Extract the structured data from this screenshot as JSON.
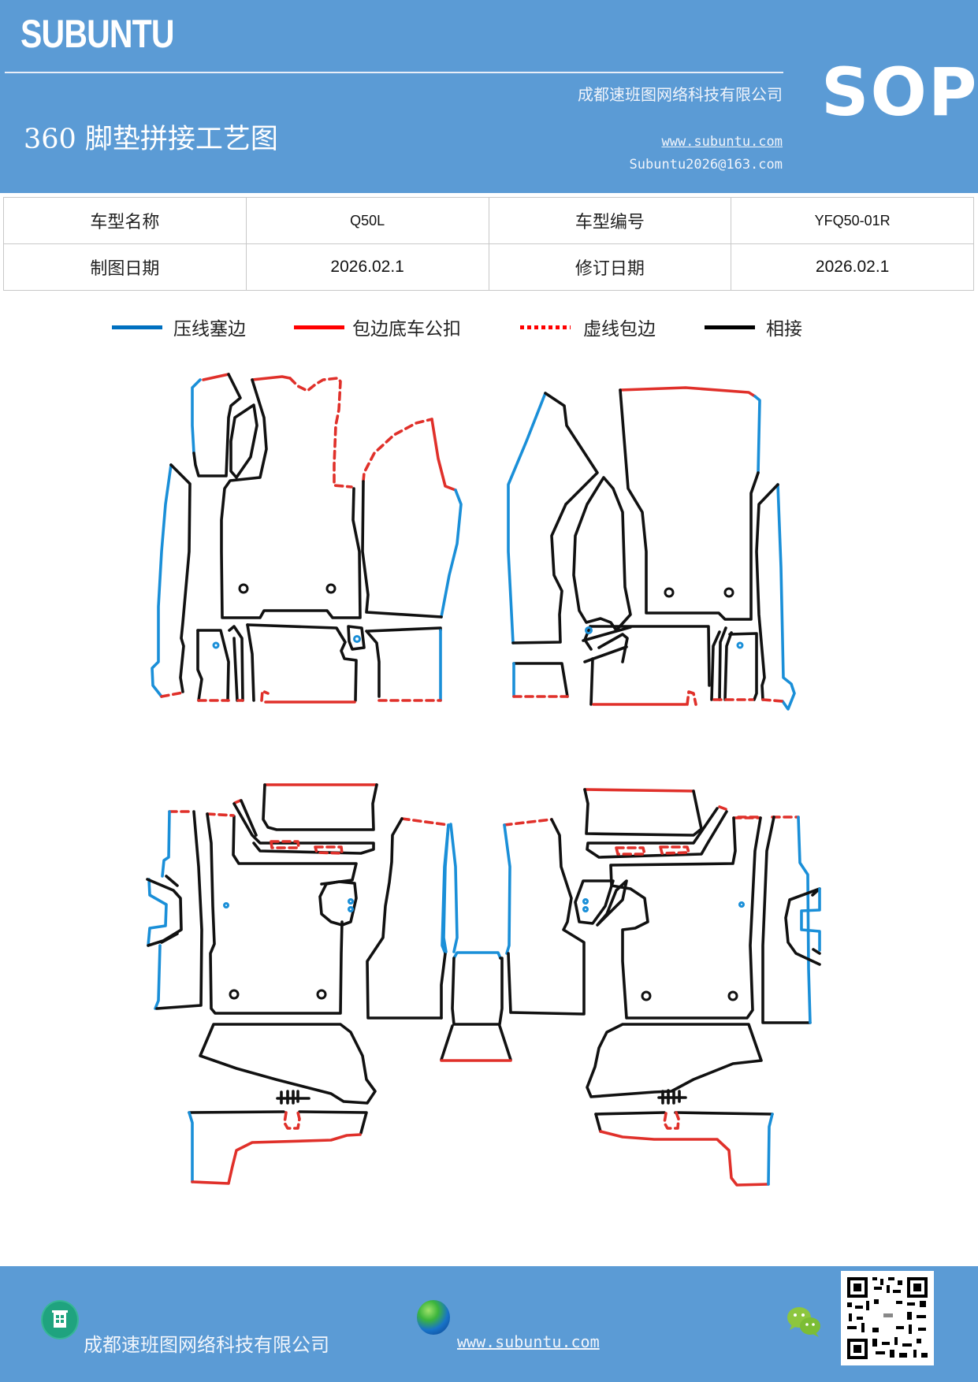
{
  "header": {
    "brand": "SUBUNTU",
    "company": "成都速班图网络科技有限公司",
    "title": "360 脚垫拼接工艺图",
    "website": "www.subuntu.com",
    "email": "Subuntu2026@163.com",
    "badge": "SOP"
  },
  "info_table": {
    "rows": [
      {
        "label1": "车型名称",
        "value1": "Q50L",
        "label2": "车型编号",
        "value2": "YFQ50-01R"
      },
      {
        "label1": "制图日期",
        "value1": "2026.02.1",
        "label2": "修订日期",
        "value2": "2026.02.1"
      }
    ]
  },
  "legend": {
    "items": [
      {
        "label": "压线塞边",
        "color": "#0070c0",
        "style": "solid"
      },
      {
        "label": "包边底车公扣",
        "color": "#ff0000",
        "style": "solid"
      },
      {
        "label": "虚线包边",
        "color": "#ff0000",
        "style": "dotted"
      },
      {
        "label": "相接",
        "color": "#000000",
        "style": "solid"
      }
    ]
  },
  "colors": {
    "header_bg": "#5b9bd5",
    "edge_blue": "#1a8fd8",
    "edge_red": "#e0302a",
    "edge_black": "#111111"
  },
  "diagrams": [
    {
      "name": "front-left-mat-pattern"
    },
    {
      "name": "front-right-mat-pattern"
    },
    {
      "name": "rear-left-mat-pattern"
    },
    {
      "name": "rear-center-mat-pattern"
    },
    {
      "name": "rear-right-mat-pattern"
    }
  ],
  "footer": {
    "company": "成都速班图网络科技有限公司",
    "website": "www.subuntu.com",
    "building_icon": "building-icon",
    "globe_icon": "globe-icon",
    "wechat_icon": "wechat-icon",
    "qr_icon": "qr-code"
  }
}
